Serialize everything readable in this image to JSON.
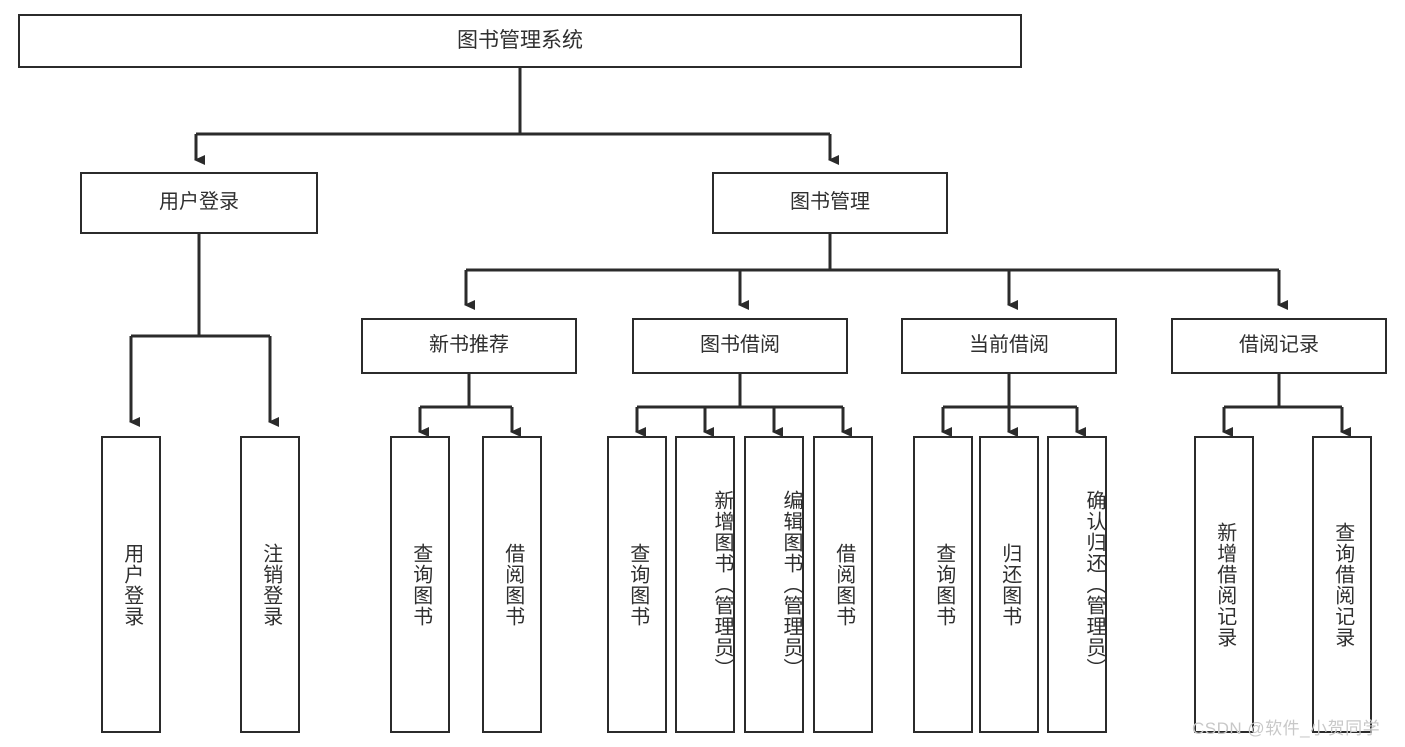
{
  "diagram": {
    "type": "hierarchy-tree",
    "title": "图书管理系统",
    "root": {
      "label": "图书管理系统"
    },
    "level2": [
      {
        "label": "用户登录"
      },
      {
        "label": "图书管理"
      }
    ],
    "level3": [
      {
        "label": "新书推荐"
      },
      {
        "label": "图书借阅"
      },
      {
        "label": "当前借阅"
      },
      {
        "label": "借阅记录"
      }
    ],
    "leaves": {
      "user_login": [
        {
          "label": "用户登录"
        },
        {
          "label": "注销登录"
        }
      ],
      "new_book_recommend": [
        {
          "label": "查询图书"
        },
        {
          "label": "借阅图书"
        }
      ],
      "book_borrow": [
        {
          "label": "查询图书"
        },
        {
          "label": "新增图书（管理员）"
        },
        {
          "label": "编辑图书（管理员）"
        },
        {
          "label": "借阅图书"
        }
      ],
      "current_borrow": [
        {
          "label": "查询图书"
        },
        {
          "label": "归还图书"
        },
        {
          "label": "确认归还（管理员）"
        }
      ],
      "borrow_record": [
        {
          "label": "新增借阅记录"
        },
        {
          "label": "查询借阅记录"
        }
      ]
    }
  },
  "watermark": {
    "text": "CSDN @软件_小贺同学"
  },
  "colors": {
    "border": "#2b2b2b",
    "text": "#2f2f2f",
    "background": "#ffffff",
    "watermark": "#c8c8c8"
  }
}
